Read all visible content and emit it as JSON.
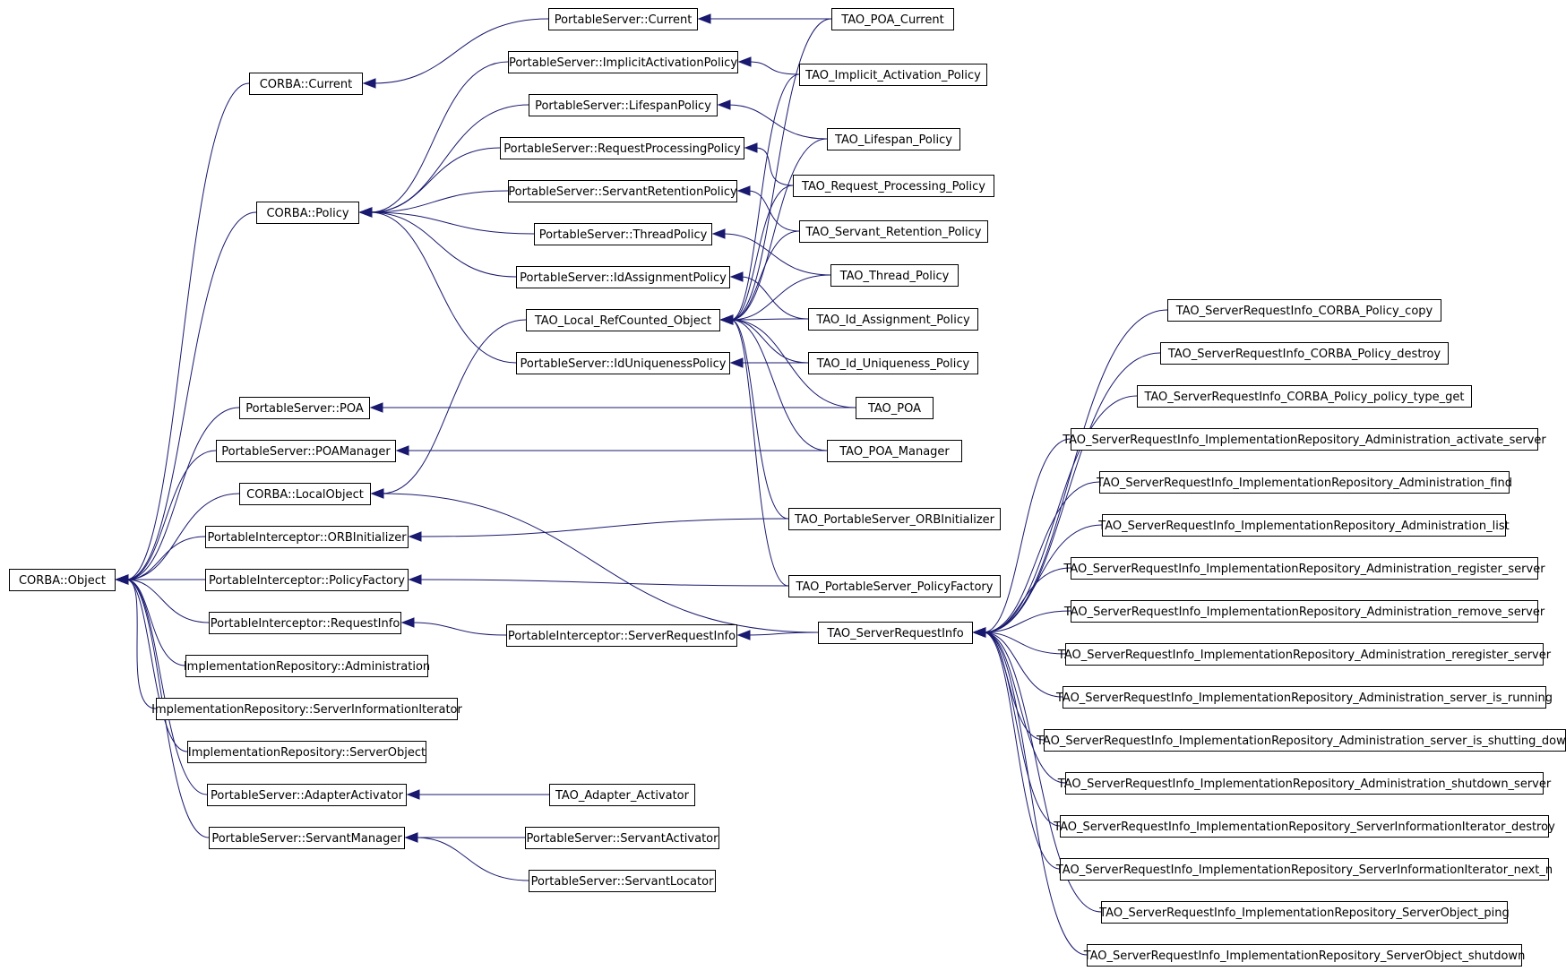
{
  "colors": {
    "edge": "#191970",
    "node_border": "#000000",
    "background": "#ffffff"
  },
  "nodes": [
    {
      "id": "corba_object",
      "label": "CORBA::Object"
    },
    {
      "id": "corba_current",
      "label": "CORBA::Current"
    },
    {
      "id": "corba_policy",
      "label": "CORBA::Policy"
    },
    {
      "id": "ps_poa",
      "label": "PortableServer::POA"
    },
    {
      "id": "ps_poamanager",
      "label": "PortableServer::POAManager"
    },
    {
      "id": "corba_localobject",
      "label": "CORBA::LocalObject"
    },
    {
      "id": "pi_orbinit",
      "label": "PortableInterceptor::ORBInitializer"
    },
    {
      "id": "pi_policyfactory",
      "label": "PortableInterceptor::PolicyFactory"
    },
    {
      "id": "pi_requestinfo",
      "label": "PortableInterceptor::RequestInfo"
    },
    {
      "id": "ir_admin",
      "label": "ImplementationRepository::Administration"
    },
    {
      "id": "ir_serverinfoiter",
      "label": "ImplementationRepository::ServerInformationIterator"
    },
    {
      "id": "ir_serverobject",
      "label": "ImplementationRepository::ServerObject"
    },
    {
      "id": "ps_adapteractivator",
      "label": "PortableServer::AdapterActivator"
    },
    {
      "id": "ps_servantmanager",
      "label": "PortableServer::ServantManager"
    },
    {
      "id": "ps_current",
      "label": "PortableServer::Current"
    },
    {
      "id": "ps_implicit",
      "label": "PortableServer::ImplicitActivationPolicy"
    },
    {
      "id": "ps_lifespan",
      "label": "PortableServer::LifespanPolicy"
    },
    {
      "id": "ps_reqproc",
      "label": "PortableServer::RequestProcessingPolicy"
    },
    {
      "id": "ps_servantret",
      "label": "PortableServer::ServantRetentionPolicy"
    },
    {
      "id": "ps_thread",
      "label": "PortableServer::ThreadPolicy"
    },
    {
      "id": "ps_idassign",
      "label": "PortableServer::IdAssignmentPolicy"
    },
    {
      "id": "tao_localref",
      "label": "TAO_Local_RefCounted_Object"
    },
    {
      "id": "ps_iduniq",
      "label": "PortableServer::IdUniquenessPolicy"
    },
    {
      "id": "pi_serverreqinfo",
      "label": "PortableInterceptor::ServerRequestInfo"
    },
    {
      "id": "tao_adapteractivator",
      "label": "TAO_Adapter_Activator"
    },
    {
      "id": "ps_servantactivator",
      "label": "PortableServer::ServantActivator"
    },
    {
      "id": "ps_servantlocator",
      "label": "PortableServer::ServantLocator"
    },
    {
      "id": "tao_poa_current",
      "label": "TAO_POA_Current"
    },
    {
      "id": "tao_implicit",
      "label": "TAO_Implicit_Activation_Policy"
    },
    {
      "id": "tao_lifespan",
      "label": "TAO_Lifespan_Policy"
    },
    {
      "id": "tao_reqproc",
      "label": "TAO_Request_Processing_Policy"
    },
    {
      "id": "tao_servantret",
      "label": "TAO_Servant_Retention_Policy"
    },
    {
      "id": "tao_thread",
      "label": "TAO_Thread_Policy"
    },
    {
      "id": "tao_idassign",
      "label": "TAO_Id_Assignment_Policy"
    },
    {
      "id": "tao_iduniq",
      "label": "TAO_Id_Uniqueness_Policy"
    },
    {
      "id": "tao_poa",
      "label": "TAO_POA"
    },
    {
      "id": "tao_poamanager",
      "label": "TAO_POA_Manager"
    },
    {
      "id": "tao_ps_orbinit",
      "label": "TAO_PortableServer_ORBInitializer"
    },
    {
      "id": "tao_ps_policyfactory",
      "label": "TAO_PortableServer_PolicyFactory"
    },
    {
      "id": "tao_serverreqinfo",
      "label": "TAO_ServerRequestInfo"
    },
    {
      "id": "sri_policy_copy",
      "label": "TAO_ServerRequestInfo_CORBA_Policy_copy"
    },
    {
      "id": "sri_policy_destroy",
      "label": "TAO_ServerRequestInfo_CORBA_Policy_destroy"
    },
    {
      "id": "sri_policy_typeget",
      "label": "TAO_ServerRequestInfo_CORBA_Policy_policy_type_get"
    },
    {
      "id": "sri_admin_activate",
      "label": "TAO_ServerRequestInfo_ImplementationRepository_Administration_activate_server"
    },
    {
      "id": "sri_admin_find",
      "label": "TAO_ServerRequestInfo_ImplementationRepository_Administration_find"
    },
    {
      "id": "sri_admin_list",
      "label": "TAO_ServerRequestInfo_ImplementationRepository_Administration_list"
    },
    {
      "id": "sri_admin_register",
      "label": "TAO_ServerRequestInfo_ImplementationRepository_Administration_register_server"
    },
    {
      "id": "sri_admin_remove",
      "label": "TAO_ServerRequestInfo_ImplementationRepository_Administration_remove_server"
    },
    {
      "id": "sri_admin_reregister",
      "label": "TAO_ServerRequestInfo_ImplementationRepository_Administration_reregister_server"
    },
    {
      "id": "sri_admin_running",
      "label": "TAO_ServerRequestInfo_ImplementationRepository_Administration_server_is_running"
    },
    {
      "id": "sri_admin_shuttingdown",
      "label": "TAO_ServerRequestInfo_ImplementationRepository_Administration_server_is_shutting_down"
    },
    {
      "id": "sri_admin_shutdown",
      "label": "TAO_ServerRequestInfo_ImplementationRepository_Administration_shutdown_server"
    },
    {
      "id": "sri_iter_destroy",
      "label": "TAO_ServerRequestInfo_ImplementationRepository_ServerInformationIterator_destroy"
    },
    {
      "id": "sri_iter_nextn",
      "label": "TAO_ServerRequestInfo_ImplementationRepository_ServerInformationIterator_next_n"
    },
    {
      "id": "sri_so_ping",
      "label": "TAO_ServerRequestInfo_ImplementationRepository_ServerObject_ping"
    },
    {
      "id": "sri_so_shutdown",
      "label": "TAO_ServerRequestInfo_ImplementationRepository_ServerObject_shutdown"
    }
  ],
  "edges": [
    [
      "corba_current",
      "corba_object"
    ],
    [
      "corba_policy",
      "corba_object"
    ],
    [
      "ps_poa",
      "corba_object"
    ],
    [
      "ps_poamanager",
      "corba_object"
    ],
    [
      "corba_localobject",
      "corba_object"
    ],
    [
      "pi_orbinit",
      "corba_object"
    ],
    [
      "pi_policyfactory",
      "corba_object"
    ],
    [
      "pi_requestinfo",
      "corba_object"
    ],
    [
      "ir_admin",
      "corba_object"
    ],
    [
      "ir_serverinfoiter",
      "corba_object"
    ],
    [
      "ir_serverobject",
      "corba_object"
    ],
    [
      "ps_adapteractivator",
      "corba_object"
    ],
    [
      "ps_servantmanager",
      "corba_object"
    ],
    [
      "ps_current",
      "corba_current"
    ],
    [
      "ps_implicit",
      "corba_policy"
    ],
    [
      "ps_lifespan",
      "corba_policy"
    ],
    [
      "ps_reqproc",
      "corba_policy"
    ],
    [
      "ps_servantret",
      "corba_policy"
    ],
    [
      "ps_thread",
      "corba_policy"
    ],
    [
      "ps_idassign",
      "corba_policy"
    ],
    [
      "ps_iduniq",
      "corba_policy"
    ],
    [
      "tao_localref",
      "corba_localobject"
    ],
    [
      "tao_serverreqinfo",
      "corba_localobject"
    ],
    [
      "pi_serverreqinfo",
      "pi_requestinfo"
    ],
    [
      "tao_adapteractivator",
      "ps_adapteractivator"
    ],
    [
      "ps_servantactivator",
      "ps_servantmanager"
    ],
    [
      "ps_servantlocator",
      "ps_servantmanager"
    ],
    [
      "tao_poa_current",
      "ps_current"
    ],
    [
      "tao_implicit",
      "ps_implicit"
    ],
    [
      "tao_lifespan",
      "ps_lifespan"
    ],
    [
      "tao_reqproc",
      "ps_reqproc"
    ],
    [
      "tao_servantret",
      "ps_servantret"
    ],
    [
      "tao_thread",
      "ps_thread"
    ],
    [
      "tao_idassign",
      "ps_idassign"
    ],
    [
      "tao_iduniq",
      "ps_iduniq"
    ],
    [
      "tao_poa",
      "ps_poa"
    ],
    [
      "tao_poamanager",
      "ps_poamanager"
    ],
    [
      "tao_ps_orbinit",
      "pi_orbinit"
    ],
    [
      "tao_ps_policyfactory",
      "pi_policyfactory"
    ],
    [
      "tao_serverreqinfo",
      "pi_serverreqinfo"
    ],
    [
      "tao_poa_current",
      "tao_localref"
    ],
    [
      "tao_implicit",
      "tao_localref"
    ],
    [
      "tao_lifespan",
      "tao_localref"
    ],
    [
      "tao_reqproc",
      "tao_localref"
    ],
    [
      "tao_servantret",
      "tao_localref"
    ],
    [
      "tao_thread",
      "tao_localref"
    ],
    [
      "tao_idassign",
      "tao_localref"
    ],
    [
      "tao_iduniq",
      "tao_localref"
    ],
    [
      "tao_poa",
      "tao_localref"
    ],
    [
      "tao_poamanager",
      "tao_localref"
    ],
    [
      "tao_ps_orbinit",
      "tao_localref"
    ],
    [
      "tao_ps_policyfactory",
      "tao_localref"
    ],
    [
      "sri_policy_copy",
      "tao_serverreqinfo"
    ],
    [
      "sri_policy_destroy",
      "tao_serverreqinfo"
    ],
    [
      "sri_policy_typeget",
      "tao_serverreqinfo"
    ],
    [
      "sri_admin_activate",
      "tao_serverreqinfo"
    ],
    [
      "sri_admin_find",
      "tao_serverreqinfo"
    ],
    [
      "sri_admin_list",
      "tao_serverreqinfo"
    ],
    [
      "sri_admin_register",
      "tao_serverreqinfo"
    ],
    [
      "sri_admin_remove",
      "tao_serverreqinfo"
    ],
    [
      "sri_admin_reregister",
      "tao_serverreqinfo"
    ],
    [
      "sri_admin_running",
      "tao_serverreqinfo"
    ],
    [
      "sri_admin_shuttingdown",
      "tao_serverreqinfo"
    ],
    [
      "sri_admin_shutdown",
      "tao_serverreqinfo"
    ],
    [
      "sri_iter_destroy",
      "tao_serverreqinfo"
    ],
    [
      "sri_iter_nextn",
      "tao_serverreqinfo"
    ],
    [
      "sri_so_ping",
      "tao_serverreqinfo"
    ],
    [
      "sri_so_shutdown",
      "tao_serverreqinfo"
    ]
  ]
}
